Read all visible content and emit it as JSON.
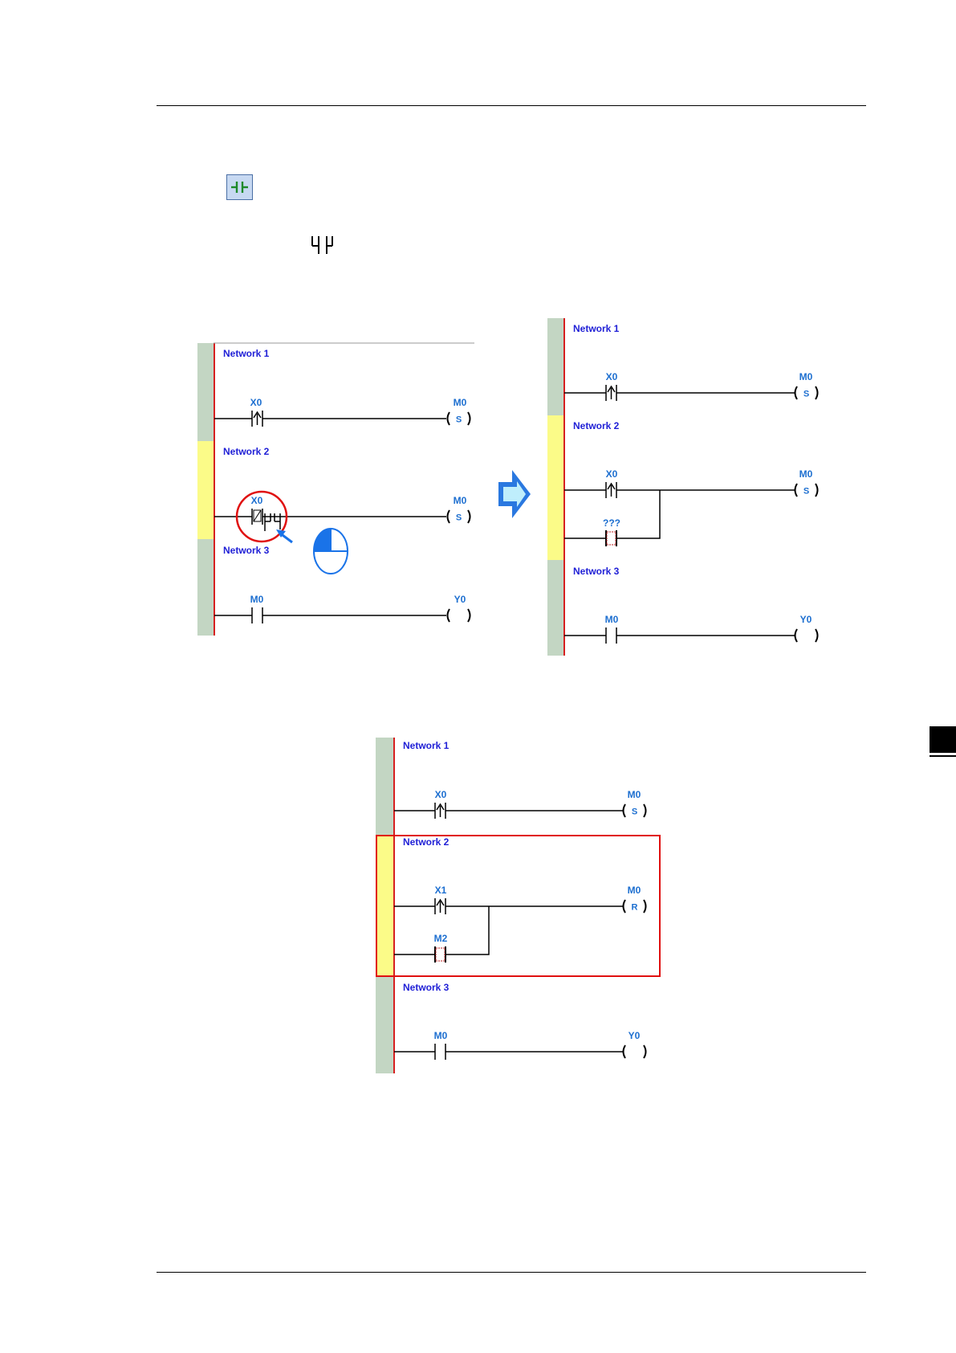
{
  "toolbar": {
    "button_icon": "parallel-contact-icon"
  },
  "inline_glyph": "parallel-contact-symbol",
  "arrow_icon": "right-arrow-icon",
  "diagram_before": {
    "networks": [
      {
        "label": "Network 1",
        "contact": "X0",
        "coil": "M0",
        "coil_mark": "S"
      },
      {
        "label": "Network 2",
        "contact": "X0",
        "coil": "M0",
        "coil_mark": "S"
      },
      {
        "label": "Network 3",
        "contact": "M0",
        "coil": "Y0",
        "coil_mark": ""
      }
    ]
  },
  "diagram_after": {
    "networks": [
      {
        "label": "Network 1",
        "contact": "X0",
        "coil": "M0",
        "coil_mark": "S"
      },
      {
        "label": "Network 2",
        "contact": "X0",
        "parallel_contact": "???",
        "coil": "M0",
        "coil_mark": "S"
      },
      {
        "label": "Network 3",
        "contact": "M0",
        "coil": "Y0",
        "coil_mark": ""
      }
    ]
  },
  "diagram_final": {
    "networks": [
      {
        "label": "Network 1",
        "contact": "X0",
        "coil": "M0",
        "coil_mark": "S"
      },
      {
        "label": "Network 2",
        "contact": "X1",
        "parallel_contact": "M2",
        "coil": "M0",
        "coil_mark": "R"
      },
      {
        "label": "Network 3",
        "contact": "M0",
        "coil": "Y0",
        "coil_mark": ""
      }
    ]
  },
  "colors": {
    "network_label": "#1f1fd6",
    "device_label": "#1d6fd0",
    "power_rail": "#d62020",
    "gutter_green": "#c3d6c3",
    "gutter_yellow": "#fbfb88",
    "highlight": "#e01010"
  }
}
